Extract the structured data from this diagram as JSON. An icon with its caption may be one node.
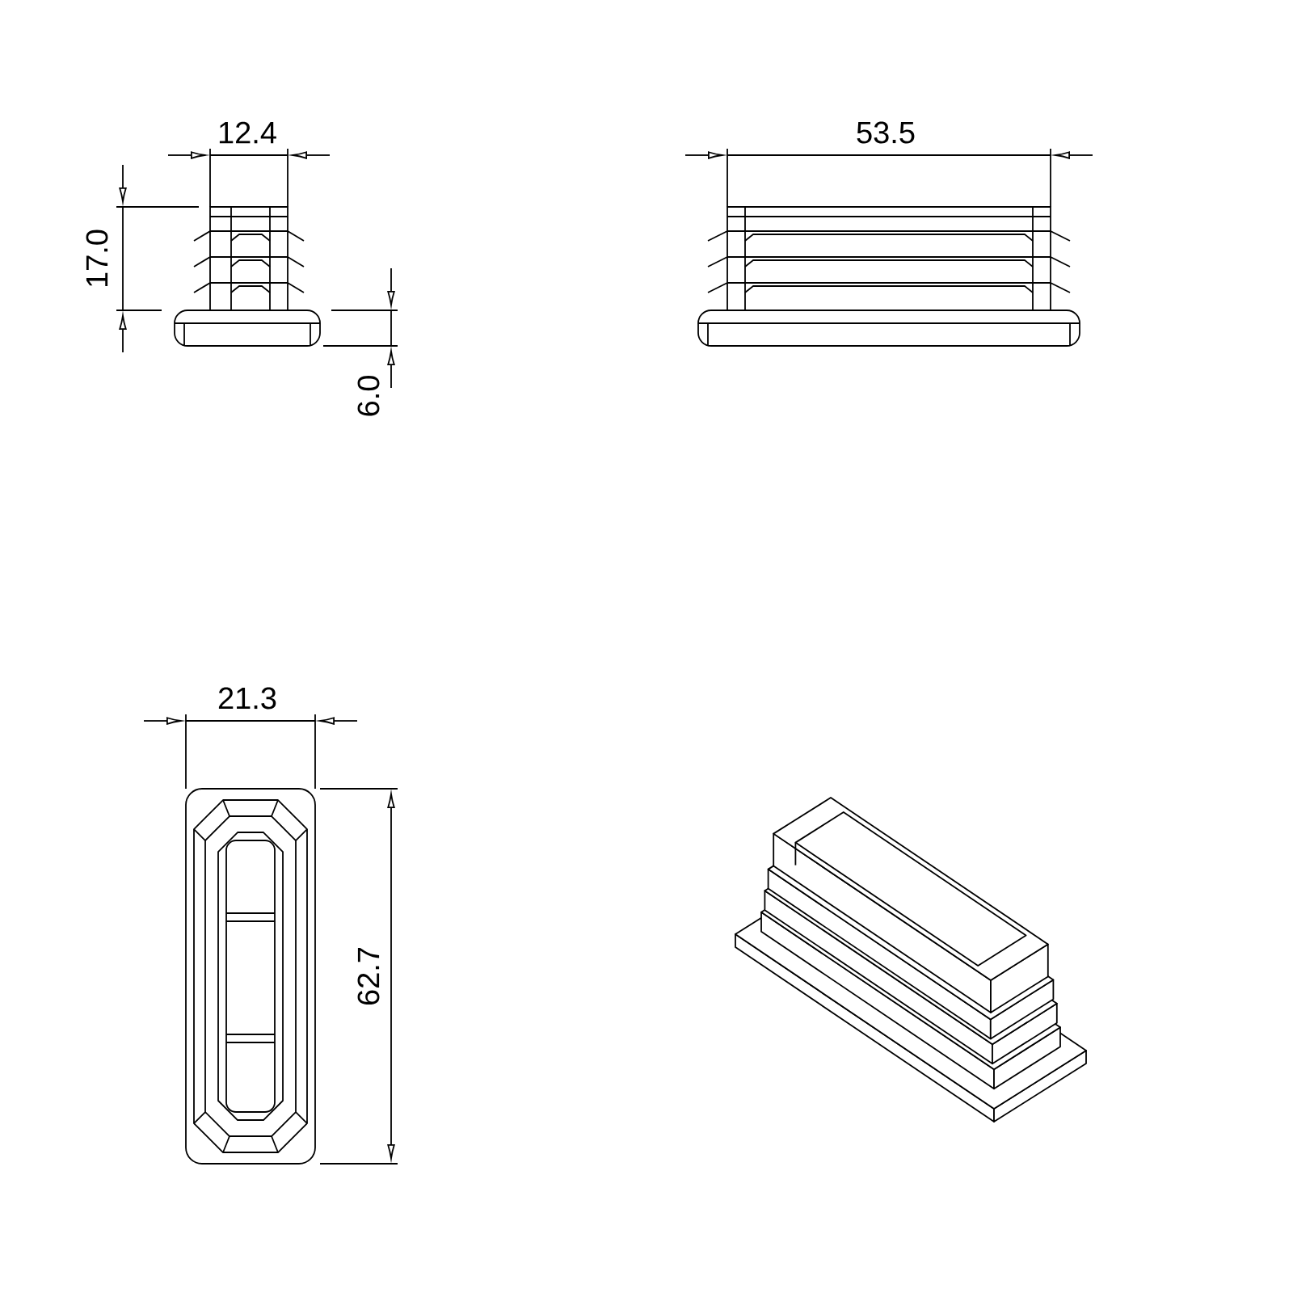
{
  "diagram": {
    "labels": [
      "12.4",
      "53.5",
      "17.0",
      "6.0",
      "21.3",
      "62.7"
    ]
  }
}
